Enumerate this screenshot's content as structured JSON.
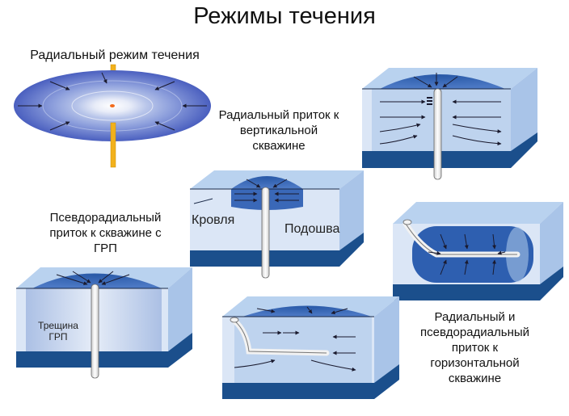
{
  "title": "Режимы течения",
  "labels": {
    "radial_regime": "Радиальный режим течения",
    "radial_vertical": "Радиальный приток к вертикальной скважине",
    "pseudoradial_frac": "Псевдорадиальный приток к скважине с ГРП",
    "radial_pseudoradial_horizontal": "Радиальный и псевдорадиальный приток к горизонтальной скважине",
    "roof": "Кровля",
    "floor": "Подошва",
    "fracture": "Трещина ГРП"
  },
  "colors": {
    "block_side": "#a9c4e8",
    "block_top": "#b9d2ef",
    "block_front": "#dbe6f6",
    "layer_band": "#1b4f8c",
    "flow_blue": "#3a5fb0",
    "pipe": "#f2f2f2",
    "yellow_pipe": "#f2b11c"
  }
}
